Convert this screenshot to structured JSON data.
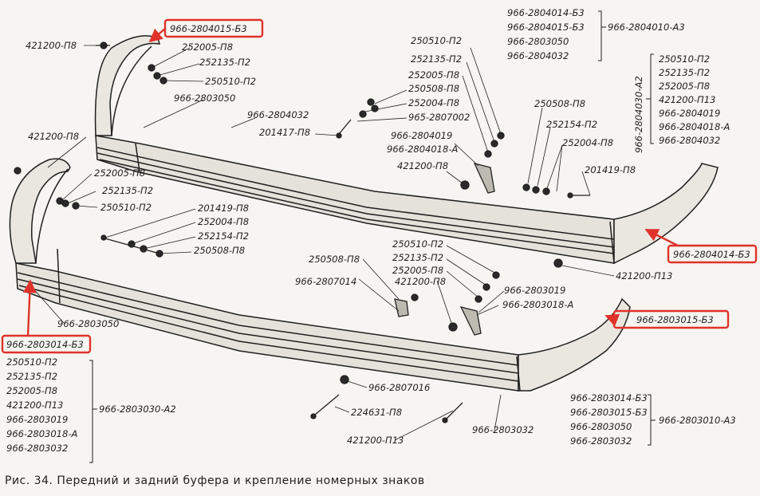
{
  "caption": {
    "prefix": "Рис.",
    "number": "34.",
    "text": "Передний и задний буфера и крепление номерных знаков"
  },
  "highlight_color": "#e0322a",
  "labels": {
    "l1": "421200-П8",
    "l2": "966-2804015-Б3",
    "l3": "252005-П8",
    "l4": "252135-П2",
    "l5": "250510-П2",
    "l6": "966-2803050",
    "l7": "966-2804032",
    "l8": "201417-П8",
    "l9": "421200-П8",
    "l10": "252005-П8",
    "l11": "252135-П2",
    "l12": "250510-П2",
    "l13": "201419-П8",
    "l14": "252004-П8",
    "l15": "252154-П2",
    "l16": "250508-П8",
    "l17": "966-2803014-Б3",
    "l18": "966-2803050",
    "l19": "250510-П2",
    "l20": "252135-П2",
    "l21": "252005-П8",
    "l22": "250508-П8",
    "l23": "252004-П8",
    "l24": "965-2807002",
    "l25": "966-2804019",
    "l26": "966-2804018-А",
    "l27": "421200-П8",
    "l28": "250508-П8",
    "l29": "252154-П2",
    "l30": "252004-П8",
    "l31": "201419-П8",
    "l32": "966-2804014-Б3",
    "l33": "421200-П13",
    "l34": "250508-П8",
    "l35": "966-2807014",
    "l36": "250510-П2",
    "l37": "252135-П2",
    "l38": "252005-П8",
    "l39": "421200-П8",
    "l40": "966-2803019",
    "l41": "966-2803018-А",
    "l42": "966-2803015-Б3",
    "l43": "966-2807016",
    "l44": "224631-П8",
    "l45": "421200-П13",
    "l46": "966-2803032"
  },
  "groups": {
    "top_right": {
      "items": [
        "966-2804014-Б3",
        "966-2804015-Б3",
        "966-2803050",
        "966-2804032"
      ],
      "assembly": "966-2804010-А3"
    },
    "right_vertical": {
      "assembly": "966-2804030-А2",
      "items": [
        "250510-П2",
        "252135-П2",
        "252005-П8",
        "421200-П13",
        "966-2804019",
        "966-2804018-А",
        "966-2804032"
      ]
    },
    "bottom_left": {
      "items": [
        "250510-П2",
        "252135-П2",
        "252005-П8",
        "421200-П13",
        "966-2803019",
        "966-2803018-А",
        "966-2803032"
      ],
      "assembly": "966-2803030-А2"
    },
    "bottom_right": {
      "items": [
        "966-2803014-Б3",
        "966-2803015-Б3",
        "966-2803050",
        "966-2803032"
      ],
      "assembly": "966-2803010-А3"
    }
  }
}
